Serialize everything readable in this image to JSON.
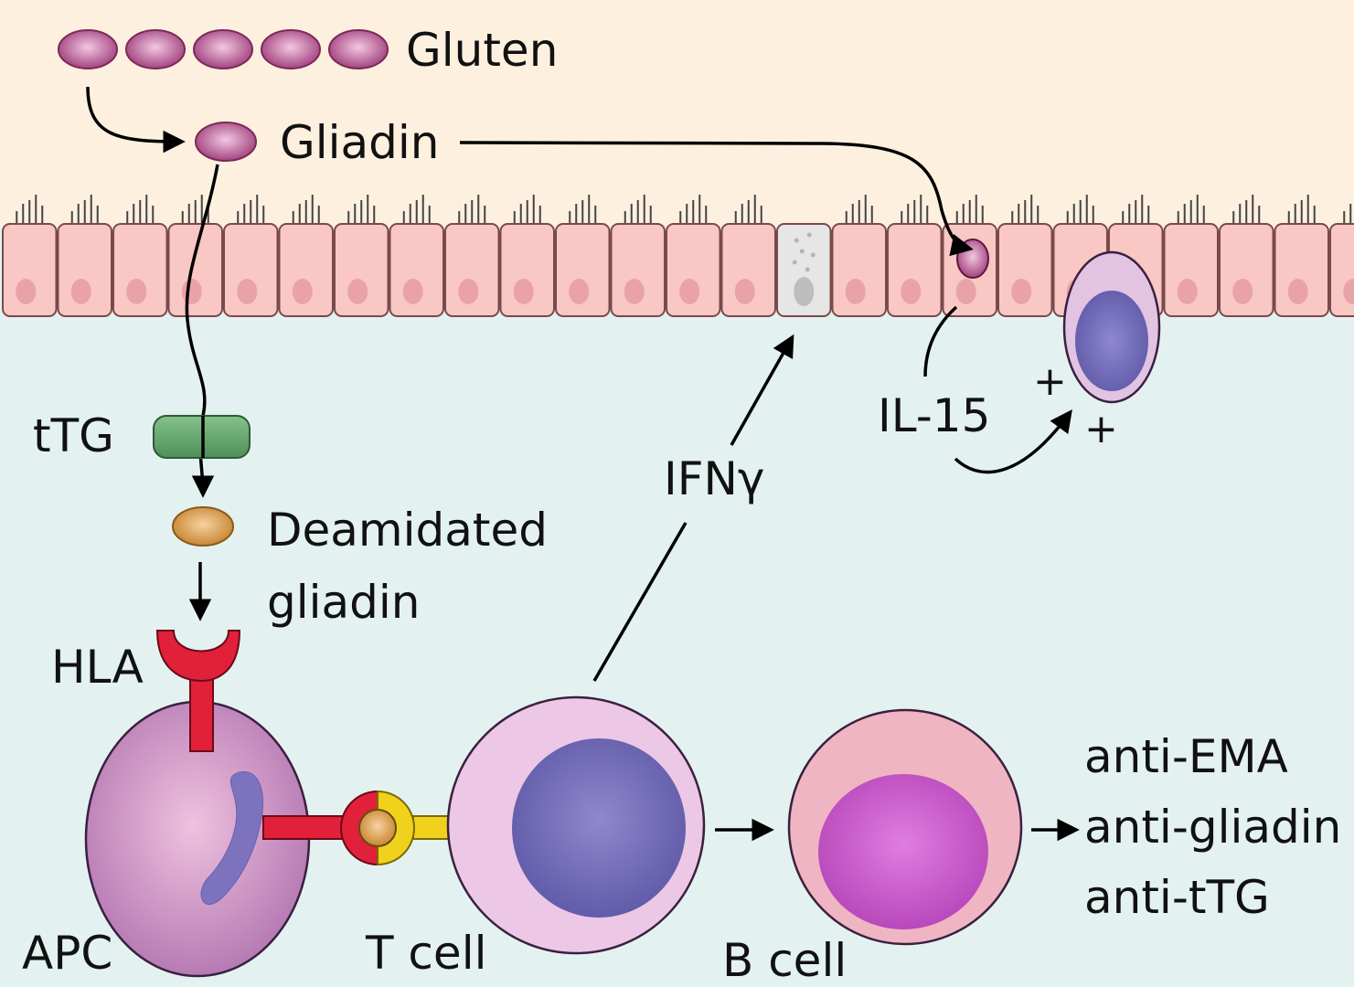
{
  "labels": {
    "gluten": "Gluten",
    "gliadin": "Gliadin",
    "ttg": "tTG",
    "deamidated_line1": "Deamidated",
    "deamidated_line2": "gliadin",
    "hla": "HLA",
    "apc": "APC",
    "t_cell": "T cell",
    "b_cell": "B cell",
    "ifn_gamma": "IFNγ",
    "il15": "IL-15",
    "plus_upper": "+",
    "plus_lower": "+",
    "antibodies": [
      "anti-EMA",
      "anti-gliadin",
      "anti-tTG"
    ]
  },
  "colors": {
    "lumen": "#fdf0df",
    "lamina": "#e3f2f0",
    "enterocyte": "#f9c7c4",
    "enterocyte_nucleus": "#e9a3a8",
    "gliadin": "#b3558f",
    "deamidated": "#d99a4a",
    "ttg": "#5fa26a",
    "hla": "#e1203a",
    "tcr": "#f0d21c",
    "apc": "#c98cc3",
    "t_cell": "#ecc8e6",
    "t_nucleus": "#6a63b0",
    "b_cell": "#f0b5c2",
    "b_nucleus": "#c24fc2"
  }
}
